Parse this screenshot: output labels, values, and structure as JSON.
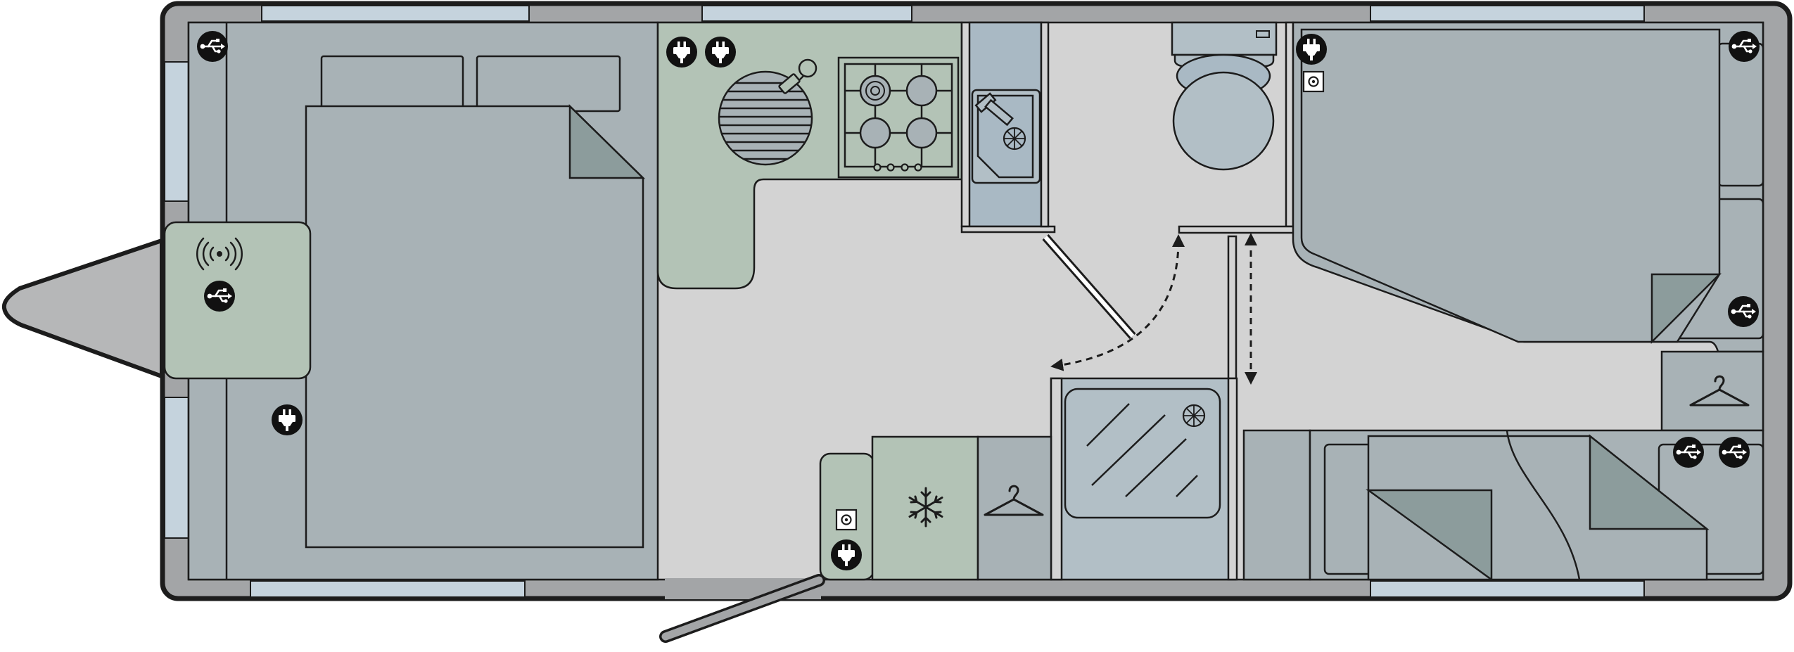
{
  "diagram": {
    "kind": "caravan-floor-plan",
    "colors": {
      "outer_wall": "#a3a5a7",
      "floor": "#d3d3d3",
      "bed_area": "#a8b2b6",
      "blanket": "#a8b2b6",
      "blanket_fold": "#8c9c9c",
      "kitchen_counter": "#b3c3b6",
      "sink_unit": "#a9b9c4",
      "washroom_fixture": "#b2bfc6",
      "wardrobe": "#a8b2b6",
      "window": "#c5d3dd",
      "hitch": "#b6b7b8",
      "outline": "#1c1c1c",
      "icon_badge": "#111111",
      "icon_glyph": "#ffffff"
    },
    "icons": [
      "usb-socket-icon",
      "mains-socket-icon",
      "tv-aerial-socket-icon",
      "wifi-signal-icon",
      "snowflake-icon",
      "clothes-hanger-icon",
      "door-swing-arrow-icon",
      "sliding-door-arrow-icon"
    ],
    "zones": [
      "front-island-bed",
      "kitchen",
      "hob",
      "circular-oven-hob-cover",
      "sink-unit",
      "toilet",
      "washroom",
      "shower-tray",
      "fridge",
      "wardrobe",
      "rear-lounge",
      "entrance-door"
    ]
  }
}
